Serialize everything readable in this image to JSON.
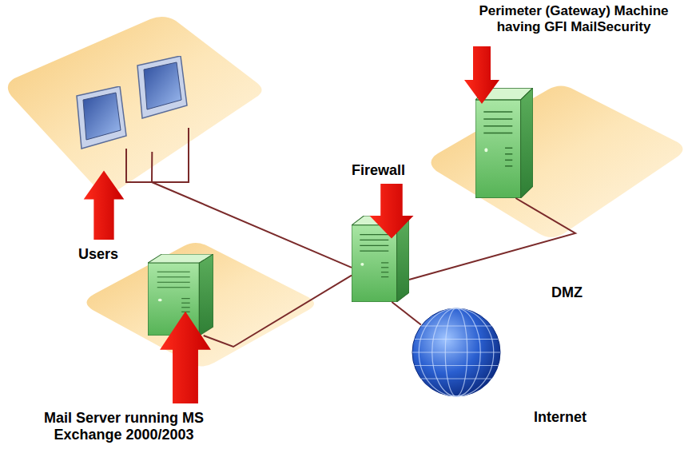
{
  "diagram": {
    "nodes": [
      {
        "text": [
          "Users"
        ]
      },
      {
        "text": [
          "Mail Server running MS Exchange 2000/2003"
        ]
      },
      {
        "text": [
          "Firewall"
        ]
      },
      {
        "text": [
          "Perimeter (Gateway) Machine having GFI MailSecurity",
          "DMZ"
        ]
      },
      {
        "text": [
          "Internet"
        ]
      }
    ],
    "edges": [
      {
        "from": 0,
        "to": 2,
        "arrow": "none"
      },
      {
        "from": 1,
        "to": 2,
        "arrow": "none"
      },
      {
        "from": 2,
        "to": 3,
        "arrow": "none"
      },
      {
        "from": 2,
        "to": 4,
        "arrow": "none"
      }
    ]
  }
}
